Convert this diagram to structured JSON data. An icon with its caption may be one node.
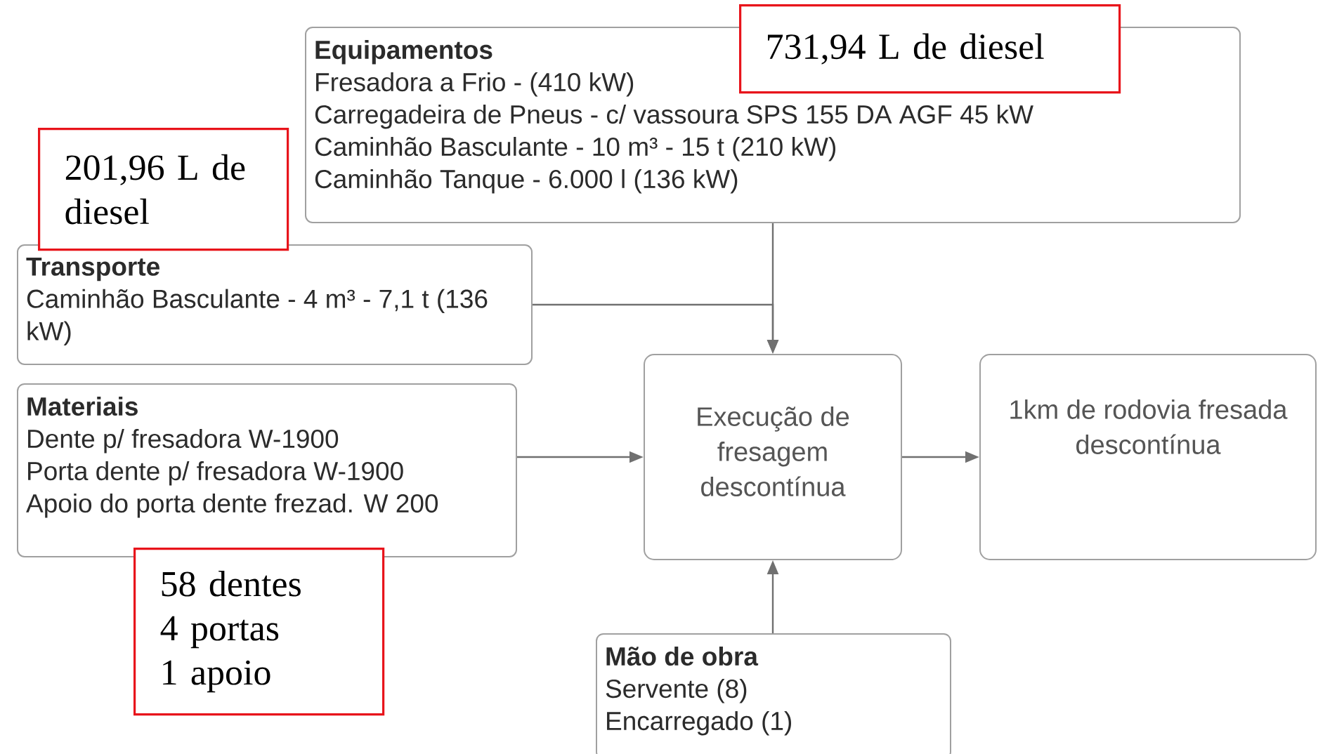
{
  "diagram": {
    "nodes": [
      {
        "text": [
          "Equipamentos",
          "Fresadora a Frio - (410 kW)",
          "Carregadeira de Pneus - c/   vassoura SPS 155 DA AGF 45 kW",
          "Caminhão Basculante - 10 m³ -   15 t (210 kW)",
          "Caminhão Tanque - 6.000 l (136   kW)"
        ]
      },
      {
        "text": [
          "Transporte",
          "Caminhão Basculante - 4 m³ - 7,1 t (136 kW)"
        ]
      },
      {
        "text": [
          "Materiais",
          "Dente p/   fresadora W-1900",
          "Porta dente p/ fresadora   W-1900",
          "Apoio do porta dente frezad. W   200"
        ]
      },
      {
        "text": [
          "Execução de fresagem descontínua"
        ]
      },
      {
        "text": [
          "1km de rodovia fresada descontínua"
        ]
      },
      {
        "text": [
          "Mão de obra",
          "Servente (8)",
          "Encarregado (1)"
        ]
      },
      {
        "text": [
          "731,94 L de diesel"
        ]
      },
      {
        "text": [
          "201,96 L de diesel"
        ]
      },
      {
        "text": [
          "58 dentes",
          "4 portas",
          "1 apoio"
        ]
      }
    ],
    "edges": [
      {
        "from": 0,
        "to": 3,
        "arrow": "to"
      },
      {
        "from": 1,
        "to": 3,
        "arrow": "to"
      },
      {
        "from": 2,
        "to": 3,
        "arrow": "to"
      },
      {
        "from": 3,
        "to": 4,
        "arrow": "to"
      },
      {
        "from": 5,
        "to": 3,
        "arrow": "to"
      }
    ]
  }
}
